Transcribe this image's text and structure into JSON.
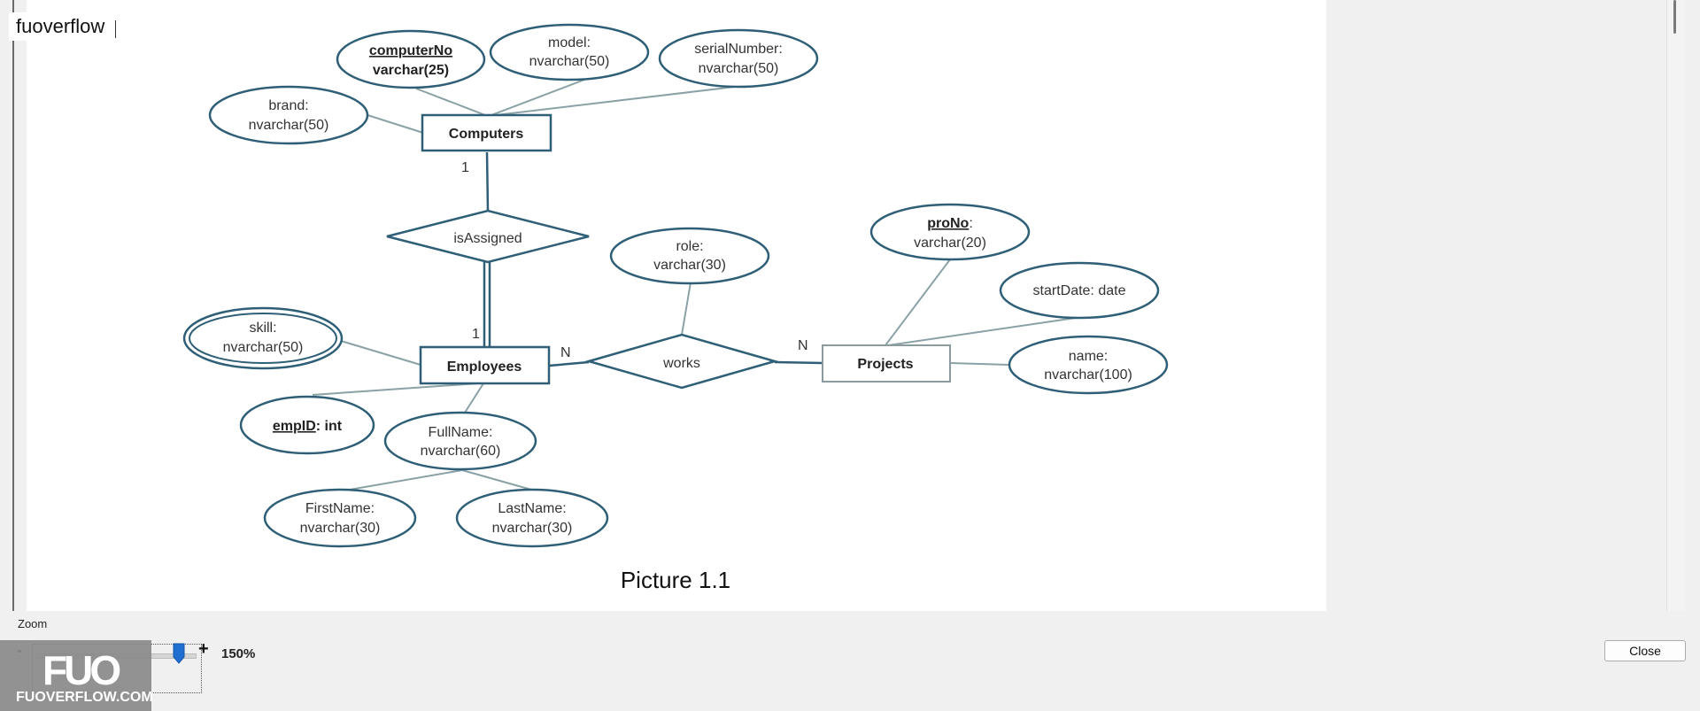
{
  "app": {
    "title": "fuoverflow"
  },
  "diagram": {
    "entities": {
      "computers": "Computers",
      "employees": "Employees",
      "projects": "Projects"
    },
    "relationships": {
      "is_assigned": "isAssigned",
      "works": "works"
    },
    "attributes": {
      "computer_no": {
        "name": "computerNo",
        "type": "varchar(25)"
      },
      "model": {
        "name": "model:",
        "type": "nvarchar(50)"
      },
      "serial_number": {
        "name": "serialNumber:",
        "type": "nvarchar(50)"
      },
      "brand": {
        "name": "brand:",
        "type": "nvarchar(50)"
      },
      "role": {
        "name": "role:",
        "type": "varchar(30)"
      },
      "pro_no": {
        "name": "proNo",
        "type": "varchar(20)"
      },
      "start_date": {
        "label": "startDate: date"
      },
      "name": {
        "name": "name:",
        "type": "nvarchar(100)"
      },
      "skill": {
        "name": "skill:",
        "type": "nvarchar(50)"
      },
      "emp_id": {
        "name": "empID",
        "type": ": int"
      },
      "full_name": {
        "name": "FullName:",
        "type": "nvarchar(60)"
      },
      "first_name": {
        "name": "FirstName:",
        "type": "nvarchar(30)"
      },
      "last_name": {
        "name": "LastName:",
        "type": "nvarchar(30)"
      }
    },
    "cardinality": {
      "computers_side": "1",
      "employees_assigned_side": "1",
      "employees_works_side": "N",
      "projects_side": "N"
    },
    "caption": "Picture 1.1"
  },
  "zoom": {
    "label": "Zoom",
    "minus": "-",
    "plus": "+",
    "value": "150%",
    "level_fraction": 0.9
  },
  "footer": {
    "close_label": "Close"
  },
  "watermark": {
    "logo": "FUO",
    "text": "FUOVERFLOW.COM"
  }
}
